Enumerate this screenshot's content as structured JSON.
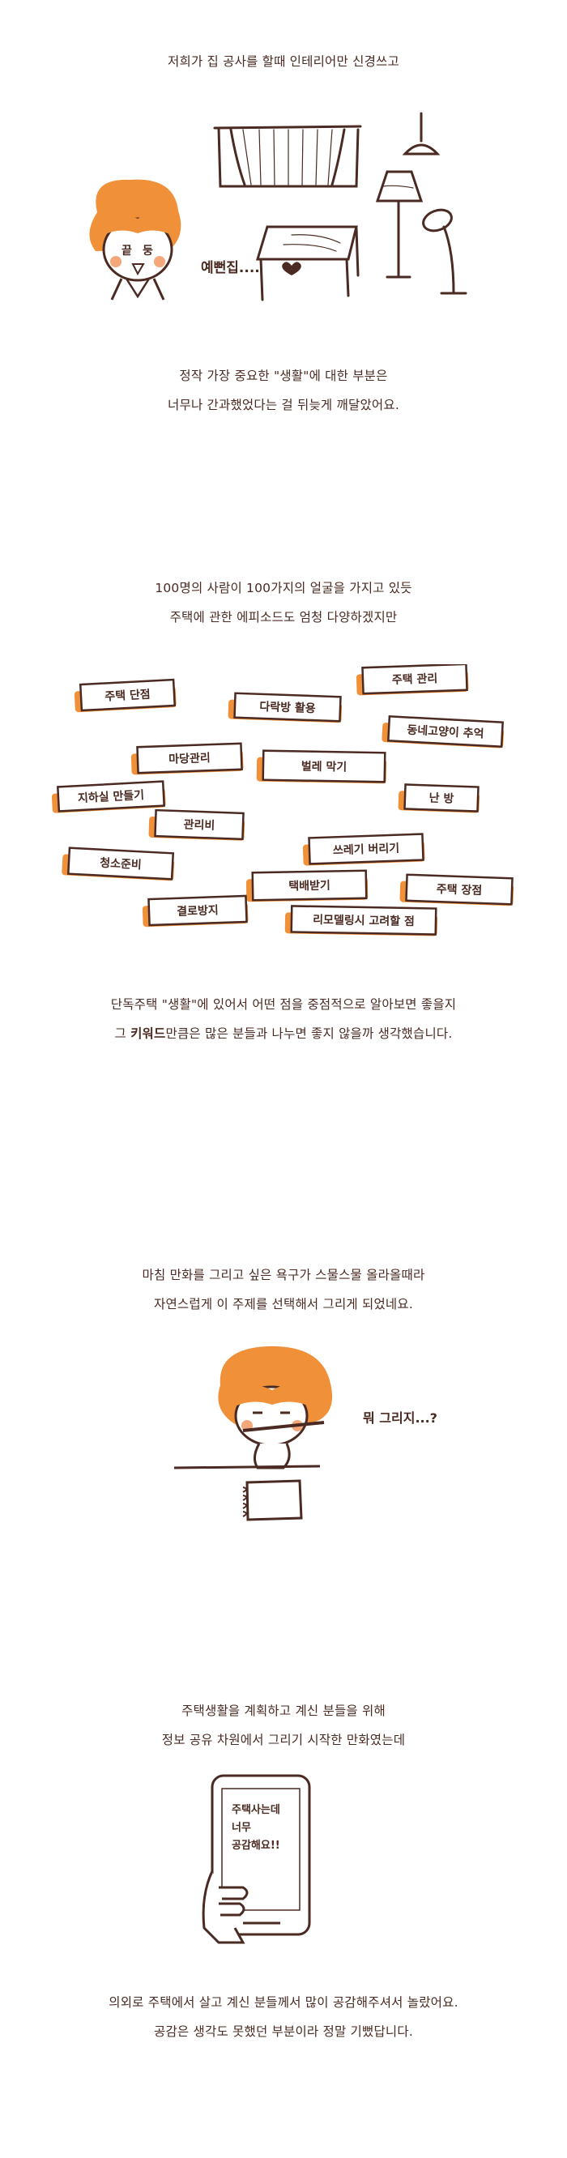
{
  "section1": {
    "caption_top": "저희가 집 공사를 할때 인테리어만 신경쓰고",
    "bubble": "예뻔집....",
    "caption_line1": "정작 가장 중요한 \"생활\"에 대한 부분은",
    "caption_line2": "너무나 간과했었다는 걸 뒤늦게 깨달았어요."
  },
  "section2": {
    "caption_line1": "100명의 사람이 100가지의 얼굴을 가지고 있듯",
    "caption_line2": "주택에 관한 에피소드도 엄청 다양하겠지만",
    "keywords": [
      "주택 단점",
      "다락방 활용",
      "주택 관리",
      "동네고양이 추억",
      "마당관리",
      "벌레 막기",
      "난 방",
      "지하실 만들기",
      "관리비",
      "쓰레기 버리기",
      "청소준비",
      "택배받기",
      "주택 장점",
      "결로방지",
      "리모델링시 고려할 점"
    ],
    "caption_line3": "단독주택 \"생활\"에 있어서 어떤 점을 중점적으로 알아보면 좋을지",
    "caption_line4_pre": "그 ",
    "caption_line4_bold": "키워드",
    "caption_line4_post": "만큼은 많은 분들과 나누면 좋지 않을까 생각했습니다."
  },
  "section3": {
    "caption_line1": "마침 만화를 그리고 싶은 욕구가 스물스물 올라올때라",
    "caption_line2": "자연스럽게 이 주제를 선택해서 그리게 되었네요.",
    "bubble": "뭐 그리지...?"
  },
  "section4": {
    "caption_line1": "주택생활을 계획하고 계신 분들을 위해",
    "caption_line2": "정보 공유 차원에서 그리기 시작한 만화였는데",
    "phone_text_1": "주택사는데",
    "phone_text_2": "너무",
    "phone_text_3": "공감해요!!",
    "caption_line3": "의외로 주택에서 살고 계신 분들께서 많이 공감해주셔서 놀랐어요.",
    "caption_line4": "공감은 생각도 못했던 부분이라 정말 기뻤답니다."
  },
  "colors": {
    "ink": "#4a2a22",
    "orange": "#f0913a",
    "peach": "#f4a77a"
  }
}
